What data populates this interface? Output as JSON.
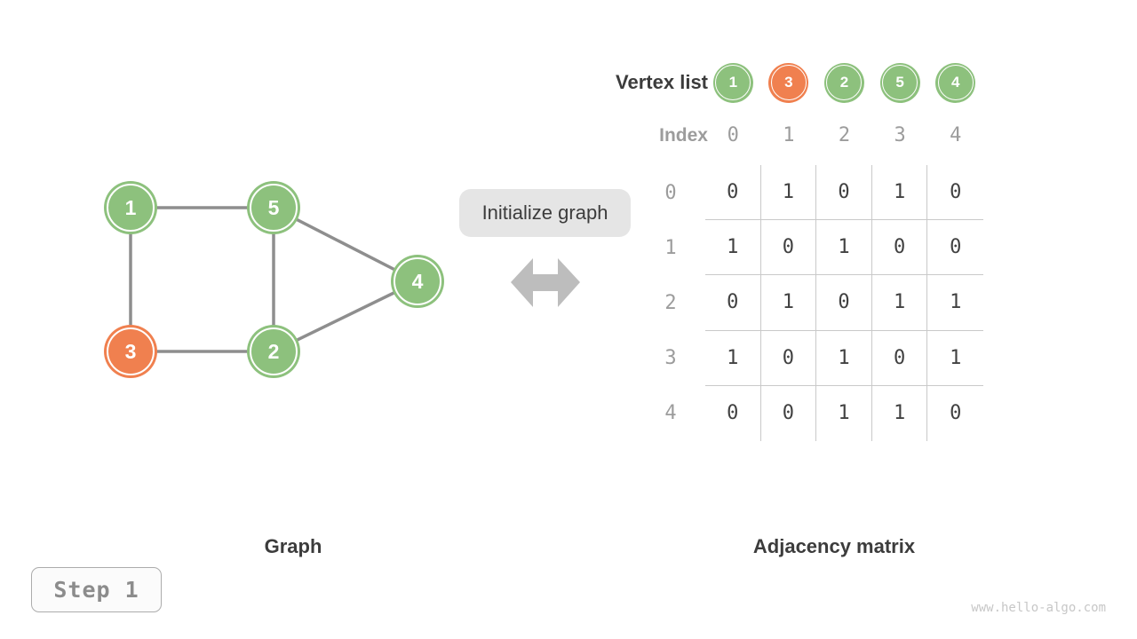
{
  "colors": {
    "green": "#8DC17D",
    "orange": "#F0804F",
    "edge": "#8E8E8E",
    "grid": "#C9C9C9",
    "muted": "#9C9C9C",
    "dark": "#3C3C3C",
    "mtext": "#414141",
    "arrow": "#BDBDBD",
    "pillbg": "#E5E5E5",
    "stepborder": "#ACACAC",
    "steptext": "#8C8C8C",
    "stepbg": "#FBFBFB",
    "wmark": "#C7C7C7"
  },
  "graph": {
    "caption": "Graph",
    "nodes": [
      {
        "label": "1",
        "color": "green"
      },
      {
        "label": "5",
        "color": "green"
      },
      {
        "label": "4",
        "color": "green"
      },
      {
        "label": "3",
        "color": "orange"
      },
      {
        "label": "2",
        "color": "green"
      }
    ],
    "edges": [
      "1-5",
      "1-3",
      "5-2",
      "3-2",
      "5-4",
      "2-4"
    ]
  },
  "transform": {
    "label": "Initialize graph"
  },
  "vertex_list": {
    "label": "Vertex list",
    "vertices": [
      {
        "label": "1",
        "color": "green"
      },
      {
        "label": "3",
        "color": "orange"
      },
      {
        "label": "2",
        "color": "green"
      },
      {
        "label": "5",
        "color": "green"
      },
      {
        "label": "4",
        "color": "green"
      }
    ]
  },
  "index_row": {
    "label": "Index",
    "indices": [
      "0",
      "1",
      "2",
      "3",
      "4"
    ]
  },
  "matrix": {
    "caption": "Adjacency matrix",
    "row_labels": [
      "0",
      "1",
      "2",
      "3",
      "4"
    ],
    "rows": [
      [
        "0",
        "1",
        "0",
        "1",
        "0"
      ],
      [
        "1",
        "0",
        "1",
        "0",
        "0"
      ],
      [
        "0",
        "1",
        "0",
        "1",
        "1"
      ],
      [
        "1",
        "0",
        "1",
        "0",
        "1"
      ],
      [
        "0",
        "0",
        "1",
        "1",
        "0"
      ]
    ]
  },
  "step_badge": {
    "label": "Step 1"
  },
  "watermark": {
    "text": "www.hello-algo.com"
  }
}
